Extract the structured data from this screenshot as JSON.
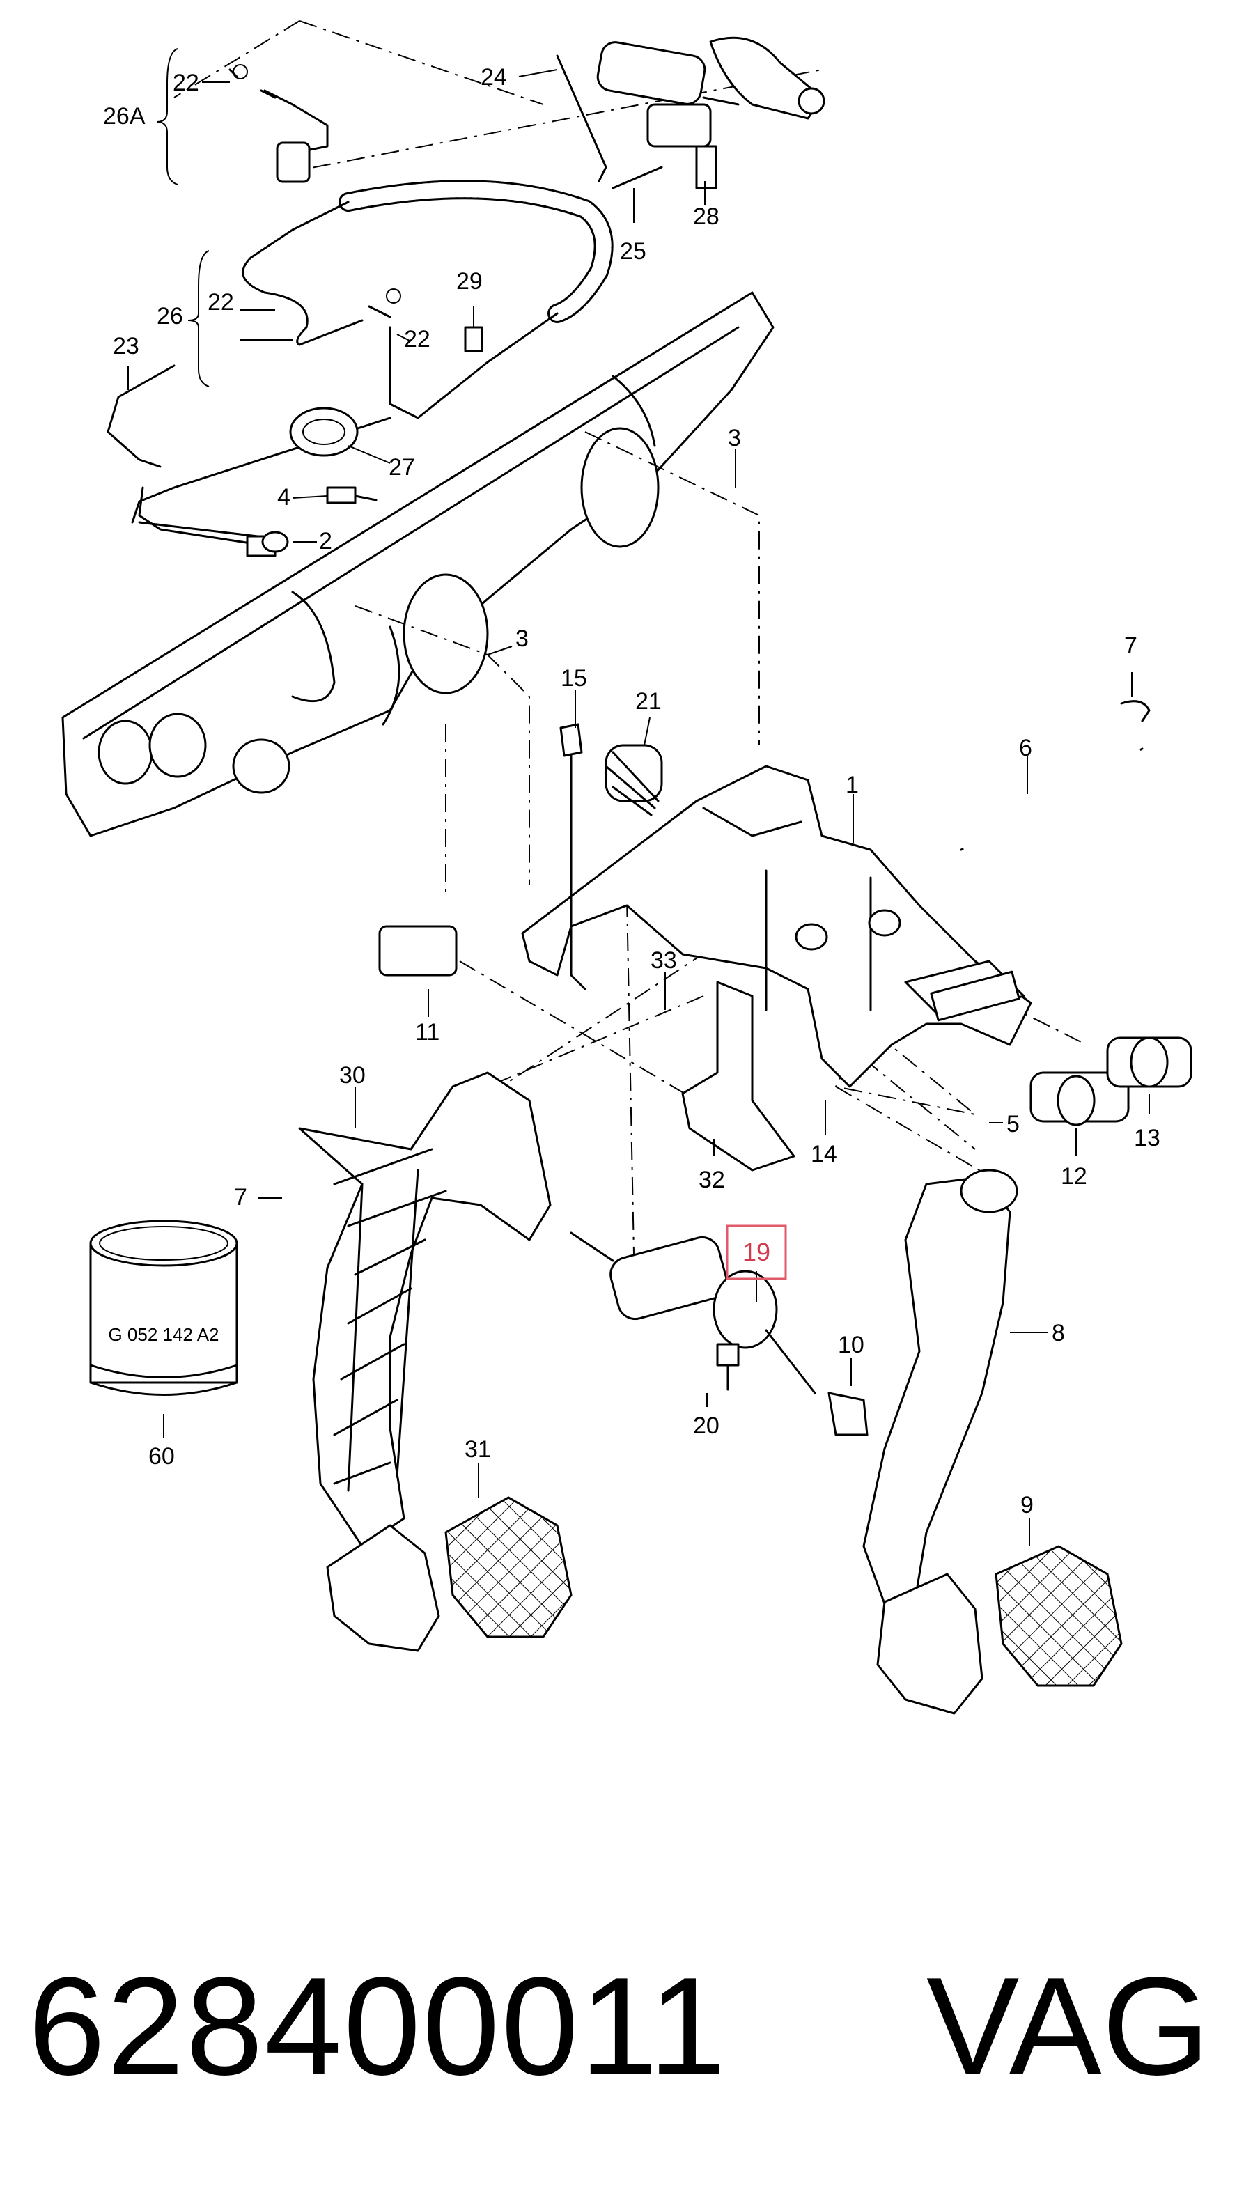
{
  "diagram": {
    "labels": {
      "l26A": "26A",
      "l22a": "22",
      "l24": "24",
      "l25": "25",
      "l28": "28",
      "l26": "26",
      "l22b": "22",
      "l22c": "22",
      "l29": "29",
      "l23": "23",
      "l27": "27",
      "l4": "4",
      "l2": "2",
      "l3a": "3",
      "l3b": "3",
      "l15": "15",
      "l21": "21",
      "l7a": "7",
      "l6": "6",
      "l1": "1",
      "l11": "11",
      "l33": "33",
      "l30": "30",
      "l14": "14",
      "l5": "5",
      "l13": "13",
      "l12": "12",
      "l32": "32",
      "l7b": "7",
      "l8": "8",
      "l20": "20",
      "l10": "10",
      "l31": "31",
      "l9": "9",
      "l60": "60"
    },
    "highlight_label": "19",
    "grease_tin_text": "G 052 142 A2"
  },
  "footer": {
    "part_number": "628400011",
    "brand": "VAG"
  },
  "colors": {
    "highlight": "#e05a6a",
    "ink": "#000000",
    "background": "#ffffff"
  }
}
